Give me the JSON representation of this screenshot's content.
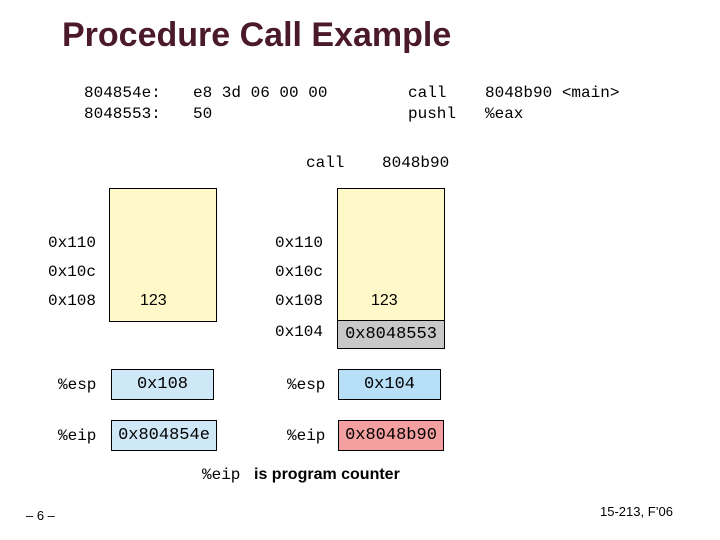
{
  "slide": {
    "title": "Procedure Call Example",
    "page_number": "– 6 –",
    "course": "15-213, F’06"
  },
  "code": {
    "line1": {
      "addr": "804854e:",
      "bytes": "e8 3d 06 00 00",
      "op": "call",
      "arg": "8048b90 <main>"
    },
    "line2": {
      "addr": "8048553:",
      "bytes": "50",
      "op": "pushl",
      "arg": "%eax"
    }
  },
  "instruction": {
    "op": "call",
    "arg": "8048b90"
  },
  "before": {
    "addresses": [
      "0x110",
      "0x10c",
      "0x108"
    ],
    "stack_value": "123",
    "esp_label": "%esp",
    "esp_value": "0x108",
    "eip_label": "%eip",
    "eip_value": "0x804854e"
  },
  "after": {
    "addresses": [
      "0x110",
      "0x10c",
      "0x108",
      "0x104"
    ],
    "stack_value": "123",
    "pushed_value": "0x8048553",
    "esp_label": "%esp",
    "esp_value": "0x104",
    "eip_label": "%eip",
    "eip_value": "0x8048b90"
  },
  "note": {
    "reg": "%eip",
    "text": "is program counter"
  },
  "colors": {
    "title": "#4a1a2a",
    "stack_fill": "#fff8c8",
    "register_fill": "#cfe8f8",
    "changed_esp_fill": "#b8dff8",
    "changed_eip_fill": "#f4a0a0",
    "pushed_fill": "#c8c8c8"
  }
}
